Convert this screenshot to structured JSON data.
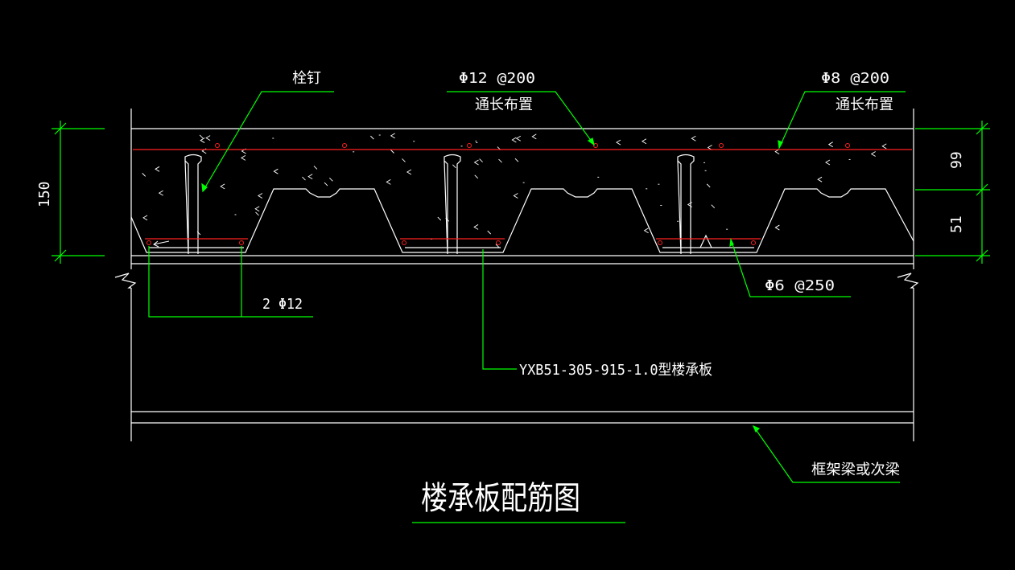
{
  "drawing": {
    "title": "楼承板配筋图",
    "labels": {
      "stud": "栓钉",
      "top_rebar_1": "Φ12 @200",
      "top_rebar_1_note": "通长布置",
      "top_rebar_2": "Φ8 @200",
      "top_rebar_2_note": "通长布置",
      "bottom_rebar": "2 Φ12",
      "deck_type": "YXB51-305-915-1.0型楼承板",
      "distribution_rebar": "Φ6 @250",
      "beam": "框架梁或次梁"
    },
    "dimensions": {
      "total_thickness": "150",
      "upper_part": "99",
      "rib_height": "51"
    }
  },
  "colors": {
    "background": "#000000",
    "outline": "#ffffff",
    "rebar": "#ff2020",
    "leader": "#00ff00",
    "text": "#ffffff"
  }
}
